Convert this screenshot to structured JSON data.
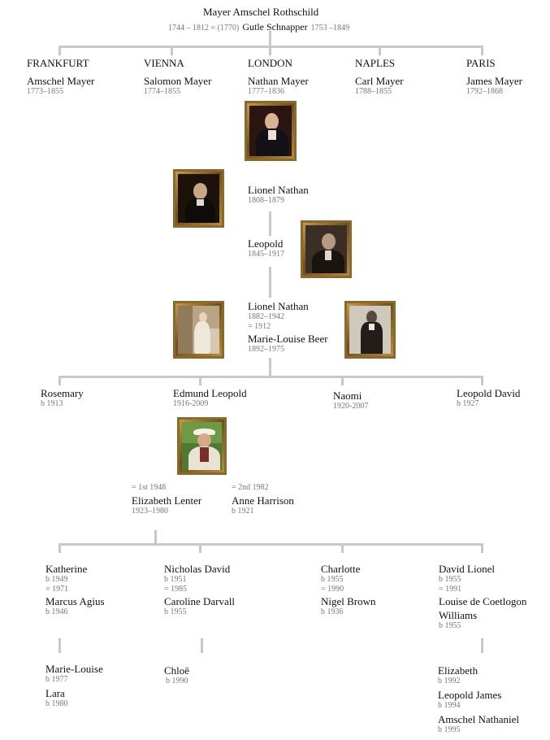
{
  "root": {
    "name": "Mayer Amschel Rothschild",
    "line": "1744 – 1812 = (1770)",
    "spouse_name": "Gutle Schnapper",
    "spouse_dates": "1753 –1849"
  },
  "branches": [
    {
      "city": "FRANKFURT",
      "name": "Amschel Mayer",
      "dates": "1773–1855"
    },
    {
      "city": "VIENNA",
      "name": "Salomon Mayer",
      "dates": "1774–1855"
    },
    {
      "city": "LONDON",
      "name": "Nathan Mayer",
      "dates": "1777–1836"
    },
    {
      "city": "NAPLES",
      "name": "Carl Mayer",
      "dates": "1788–1855"
    },
    {
      "city": "PARIS",
      "name": "James Mayer",
      "dates": "1792–1868"
    }
  ],
  "london_line": [
    {
      "name": "Lionel Nathan",
      "dates": "1808–1879"
    },
    {
      "name": "Leopold",
      "dates": "1845–1917"
    },
    {
      "name": "Lionel Nathan",
      "dates": "1882–1942",
      "marriage": "= 1912",
      "spouse_name": "Marie-Louise Beer",
      "spouse_dates": "1892–1975"
    }
  ],
  "children": [
    {
      "name": "Rosemary",
      "dates": "b 1913"
    },
    {
      "name": "Edmund Leopold",
      "dates": "1916-2009"
    },
    {
      "name": "Naomi",
      "dates": "1920-2007"
    },
    {
      "name": "Leopold David",
      "dates": "b 1927"
    }
  ],
  "edmund_spouses": [
    {
      "marriage": "= 1st 1948",
      "name": "Elizabeth Lenter",
      "dates": "1923–1980"
    },
    {
      "marriage": "= 2nd 1982",
      "name": "Anne Harrison",
      "dates": "b 1921"
    }
  ],
  "grandchildren": [
    {
      "name": "Katherine",
      "dates": "b 1949",
      "marriage": "= 1971",
      "spouse_name": "Marcus Agius",
      "spouse_dates": "b 1946"
    },
    {
      "name": "Nicholas David",
      "dates": "b 1951",
      "marriage": "= 1985",
      "spouse_name": "Caroline Darvall",
      "spouse_dates": "b 1955"
    },
    {
      "name": "Charlotte",
      "dates": "b 1955",
      "marriage": "= 1990",
      "spouse_name": "Nigel Brown",
      "spouse_dates": "b 1936"
    },
    {
      "name": "David Lionel",
      "dates": "b 1955",
      "marriage": "= 1991",
      "spouse_name": "Louise de Coetlogon",
      "spouse_name2": "Williams",
      "spouse_dates": "b 1955"
    }
  ],
  "great_grandchildren": {
    "katherine": [
      {
        "name": "Marie-Louise",
        "dates": "b 1977"
      },
      {
        "name": "Lara",
        "dates": "b 1980"
      }
    ],
    "nicholas": [
      {
        "name": "Chloë",
        "dates": "b 1990"
      }
    ],
    "david": [
      {
        "name": "Elizabeth",
        "dates": "b 1992"
      },
      {
        "name": "Leopold James",
        "dates": "b 1994"
      },
      {
        "name": "Amschel Nathaniel",
        "dates": "b 1995"
      }
    ]
  },
  "portraits": [
    {
      "icon": "nathan-mayer-portrait-icon"
    },
    {
      "icon": "lionel-nathan-1808-portrait-icon"
    },
    {
      "icon": "leopold-portrait-icon"
    },
    {
      "icon": "marie-louise-beer-portrait-icon"
    },
    {
      "icon": "lionel-nathan-1882-portrait-icon"
    },
    {
      "icon": "edmund-leopold-photo-icon"
    }
  ]
}
